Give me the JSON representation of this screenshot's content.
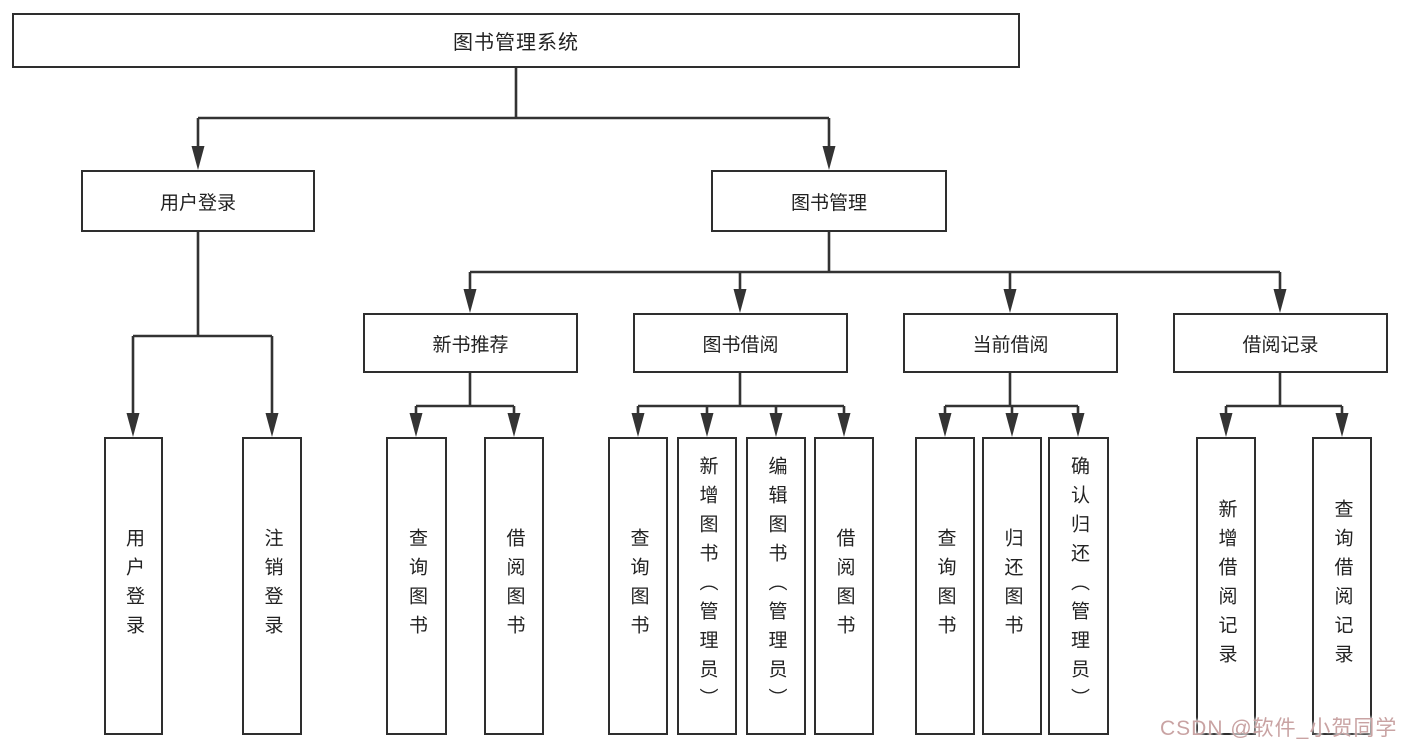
{
  "diagram_title": "图书管理系统",
  "nodes": {
    "root": {
      "label": "图书管理系统"
    },
    "userLogin": {
      "label": "用户登录"
    },
    "bookMgmt": {
      "label": "图书管理"
    },
    "newBookRec": {
      "label": "新书推荐"
    },
    "bookBorrow": {
      "label": "图书借阅"
    },
    "currentBorrow": {
      "label": "当前借阅"
    },
    "borrowRecords": {
      "label": "借阅记录"
    },
    "loginOp": {
      "label": "用户登录"
    },
    "logoutOp": {
      "label": "注销登录"
    },
    "nbQuery": {
      "label": "查询图书"
    },
    "nbBorrow": {
      "label": "借阅图书"
    },
    "bbQuery": {
      "label": "查询图书"
    },
    "bbAdd": {
      "label": "新增图书（管理员）"
    },
    "bbEdit": {
      "label": "编辑图书（管理员）"
    },
    "bbBorrow": {
      "label": "借阅图书"
    },
    "cbQuery": {
      "label": "查询图书"
    },
    "cbReturn": {
      "label": "归还图书"
    },
    "cbConfirm": {
      "label": "确认归还（管理员）"
    },
    "brAdd": {
      "label": "新增借阅记录"
    },
    "brQuery": {
      "label": "查询借阅记录"
    }
  },
  "hierarchy": {
    "图书管理系统": {
      "用户登录": [
        "用户登录",
        "注销登录"
      ],
      "图书管理": {
        "新书推荐": [
          "查询图书",
          "借阅图书"
        ],
        "图书借阅": [
          "查询图书",
          "新增图书（管理员）",
          "编辑图书（管理员）",
          "借阅图书"
        ],
        "当前借阅": [
          "查询图书",
          "归还图书",
          "确认归还（管理员）"
        ],
        "借阅记录": [
          "新增借阅记录",
          "查询借阅记录"
        ]
      }
    }
  },
  "watermark": "CSDN @软件_小贺同学",
  "colors": {
    "background": "#ffffff",
    "box_border": "#2e2e2e",
    "connector_line": "#333333",
    "text": "#222222",
    "watermark": "#c9a3a3"
  }
}
